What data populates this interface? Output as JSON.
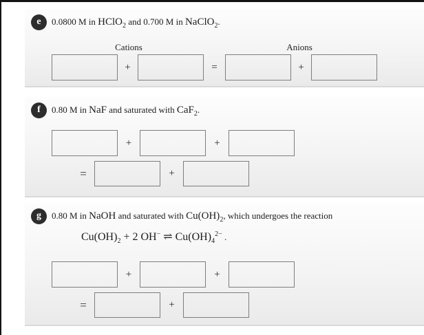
{
  "colors": {
    "edge_bar": "#141414",
    "section_border": "#d9d9d9",
    "box_border": "#7d7d7d",
    "badge_bg": "#2d2d2d",
    "badge_text": "#ffffff",
    "text": "#1c1c1c"
  },
  "ops": {
    "plus": "+",
    "equals": "="
  },
  "sections": [
    {
      "id": "e",
      "badge": "e",
      "prompt": [
        {
          "k": "plain",
          "t": "0.0800 M in "
        },
        {
          "k": "formula",
          "t": "HClO"
        },
        {
          "k": "fsub",
          "t": "2"
        },
        {
          "k": "plain",
          "t": " and 0.700 M in "
        },
        {
          "k": "formula",
          "t": "NaClO"
        },
        {
          "k": "fsub",
          "t": "2"
        },
        {
          "k": "plain",
          "t": "."
        }
      ],
      "labels": {
        "cations": "Cations",
        "anions": "Anions"
      },
      "answers": [
        "",
        "",
        "",
        ""
      ]
    },
    {
      "id": "f",
      "badge": "f",
      "prompt": [
        {
          "k": "plain",
          "t": "0.80 M in "
        },
        {
          "k": "formula",
          "t": "NaF"
        },
        {
          "k": "plain",
          "t": " and saturated with "
        },
        {
          "k": "formula",
          "t": "CaF"
        },
        {
          "k": "fsub",
          "t": "2"
        },
        {
          "k": "plain",
          "t": "."
        }
      ],
      "answers": [
        "",
        "",
        "",
        "",
        ""
      ]
    },
    {
      "id": "g",
      "badge": "g",
      "prompt": [
        {
          "k": "plain",
          "t": "0.80 M in "
        },
        {
          "k": "formula",
          "t": "NaOH"
        },
        {
          "k": "plain",
          "t": " and saturated with "
        },
        {
          "k": "formula",
          "t": "Cu(OH)"
        },
        {
          "k": "fsub",
          "t": "2"
        },
        {
          "k": "plain",
          "t": ", which undergoes the reaction"
        }
      ],
      "reaction": [
        {
          "k": "formula",
          "t": "Cu(OH)"
        },
        {
          "k": "fsub",
          "t": "2"
        },
        {
          "k": "formula",
          "t": " + 2 OH"
        },
        {
          "k": "fsup",
          "t": "−"
        },
        {
          "k": "formula",
          "t": " ⇌ Cu(OH)"
        },
        {
          "k": "fsub",
          "t": "4"
        },
        {
          "k": "fsup",
          "t": "2−"
        },
        {
          "k": "plain",
          "t": " ."
        }
      ],
      "answers": [
        "",
        "",
        "",
        "",
        ""
      ]
    }
  ]
}
